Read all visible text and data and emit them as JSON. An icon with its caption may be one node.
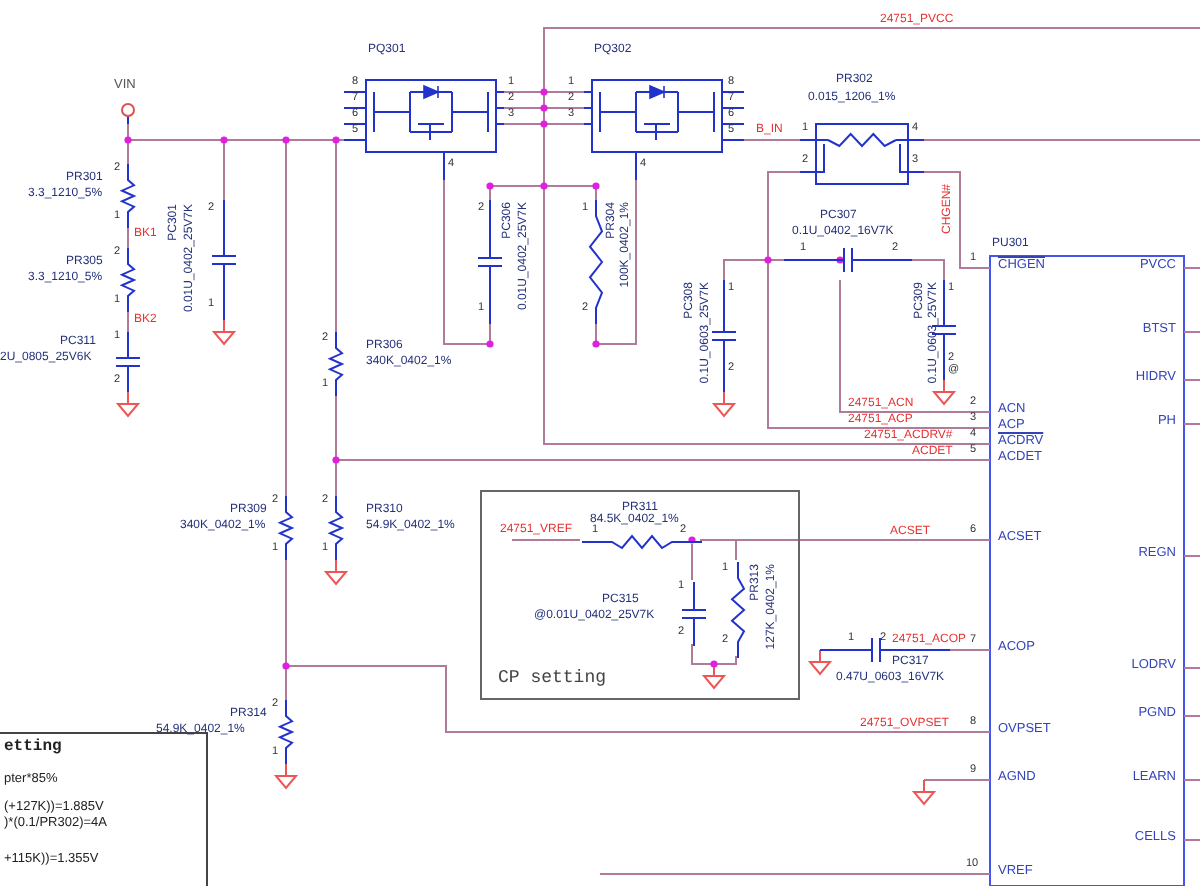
{
  "diagram": {
    "nodes": [
      {
        "text": [
          "VIN"
        ]
      },
      {
        "text": [
          "PQ301"
        ]
      },
      {
        "text": [
          "PQ302"
        ]
      },
      {
        "text": [
          "PR302",
          "0.015_1206_1%"
        ]
      },
      {
        "text": [
          "PR301",
          "3.3_1210_5%"
        ]
      },
      {
        "text": [
          "PR305",
          "3.3_1210_5%"
        ]
      },
      {
        "text": [
          "PC311",
          "2U_0805_25V6K"
        ]
      },
      {
        "text": [
          "PC301",
          "0.01U_0402_25V7K"
        ]
      },
      {
        "text": [
          "PR306",
          "340K_0402_1%"
        ]
      },
      {
        "text": [
          "PC306",
          "0.01U_0402_25V7K"
        ]
      },
      {
        "text": [
          "PR304",
          "100K_0402_1%"
        ]
      },
      {
        "text": [
          "PC307",
          "0.1U_0402_16V7K"
        ]
      },
      {
        "text": [
          "PC308",
          "0.1U_0603_25V7K"
        ]
      },
      {
        "text": [
          "PC309",
          "0.1U_0603_25V7K"
        ]
      },
      {
        "text": [
          "PU301",
          "CHGEN",
          "ACN",
          "ACP",
          "ACDRV",
          "ACDET",
          "ACSET",
          "ACOP",
          "OVPSET",
          "AGND",
          "VREF",
          "PVCC",
          "BTST",
          "HIDRV",
          "PH",
          "REGN",
          "LODRV",
          "PGND",
          "LEARN",
          "CELLS"
        ]
      },
      {
        "text": [
          "PR309",
          "340K_0402_1%"
        ]
      },
      {
        "text": [
          "PR310",
          "54.9K_0402_1%"
        ]
      },
      {
        "text": [
          "CP setting"
        ]
      },
      {
        "text": [
          "PR311",
          "84.5K_0402_1%"
        ],
        "in": 17
      },
      {
        "text": [
          "PC315",
          "@0.01U_0402_25V7K"
        ],
        "in": 17
      },
      {
        "text": [
          "PR313",
          "127K_0402_1%"
        ],
        "in": 17
      },
      {
        "text": [
          "PC317",
          "0.47U_0603_16V7K"
        ]
      },
      {
        "text": [
          "PR314",
          "54.9K_0402_1%"
        ]
      },
      {
        "text": [
          "etting",
          "pter*85%",
          "(+127K))=1.885V",
          ")*(0.1/PR302)=4A",
          "+115K))=1.355V"
        ]
      }
    ],
    "edges": [
      {
        "from": 0,
        "to": 4,
        "arrow": "none"
      },
      {
        "from": 0,
        "to": 1,
        "arrow": "none"
      },
      {
        "from": 0,
        "to": 7,
        "arrow": "none"
      },
      {
        "from": 0,
        "to": 8,
        "arrow": "none"
      },
      {
        "from": 0,
        "to": 15,
        "arrow": "none"
      },
      {
        "from": 4,
        "to": 5,
        "arrow": "none"
      },
      {
        "from": 5,
        "to": 6,
        "arrow": "none"
      },
      {
        "from": 1,
        "to": 2,
        "arrow": "none"
      },
      {
        "from": 1,
        "to": 9,
        "arrow": "none"
      },
      {
        "from": 9,
        "to": 10,
        "arrow": "none"
      },
      {
        "from": 10,
        "to": 2,
        "arrow": "none"
      },
      {
        "from": 2,
        "to": 14,
        "arrow": "none"
      },
      {
        "from": 2,
        "to": 3,
        "arrow": "none"
      },
      {
        "from": 3,
        "to": 11,
        "arrow": "none"
      },
      {
        "from": 3,
        "to": 14,
        "arrow": "none"
      },
      {
        "from": 11,
        "to": 12,
        "arrow": "none"
      },
      {
        "from": 11,
        "to": 13,
        "arrow": "none"
      },
      {
        "from": 11,
        "to": 14,
        "arrow": "none"
      },
      {
        "from": 3,
        "to": 14,
        "arrow": "none"
      },
      {
        "from": 8,
        "to": 14,
        "arrow": "none"
      },
      {
        "from": 8,
        "to": 16,
        "arrow": "none"
      },
      {
        "from": 15,
        "to": 22,
        "arrow": "none"
      },
      {
        "from": 15,
        "to": 14,
        "arrow": "none"
      },
      {
        "from": 18,
        "to": 14,
        "arrow": "none"
      },
      {
        "from": 18,
        "to": 19,
        "arrow": "none"
      },
      {
        "from": 18,
        "to": 20,
        "arrow": "none"
      },
      {
        "from": 19,
        "to": 20,
        "arrow": "none"
      },
      {
        "from": 21,
        "to": 14,
        "arrow": "none"
      }
    ],
    "labels": [
      "24751_PVCC",
      "8",
      "7",
      "6",
      "5",
      "1",
      "2",
      "3",
      "4",
      "1",
      "2",
      "3",
      "8",
      "7",
      "6",
      "5",
      "4",
      "B_IN",
      "1",
      "4",
      "2",
      "3",
      "2",
      "1",
      "BK1",
      "2",
      "1",
      "BK2",
      "1",
      "2",
      "2",
      "1",
      "2",
      "1",
      "2",
      "1",
      "1",
      "2",
      "1",
      "2",
      "1",
      "1",
      "2",
      "CHGEN#",
      "1",
      "2",
      "@",
      "24751_ACN",
      "2",
      "24751_ACP",
      "3",
      "24751_ACDRV#",
      "4",
      "ACDET",
      "5",
      "2",
      "2",
      "24751_VREF",
      "1",
      "2",
      "ACSET",
      "6",
      "1",
      "1",
      "1",
      "1",
      "2",
      "2",
      "1",
      "2",
      "24751_ACOP",
      "7",
      "2",
      "24751_OVPSET",
      "8",
      "1",
      "9",
      "10"
    ]
  }
}
